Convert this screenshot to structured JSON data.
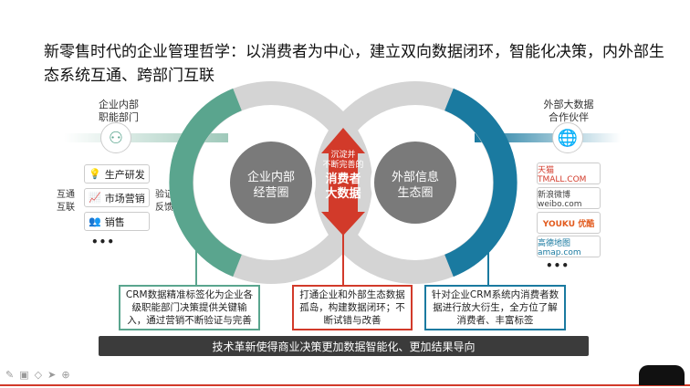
{
  "title": "新零售时代的企业管理哲学：以消费者为中心，建立双向数据闭环，智能化决策，内外部生态系统互通、跨部门互联",
  "left": {
    "header": "企业内部\n职能部门",
    "icon": "network-people-icon",
    "departments": [
      "生产研发",
      "市场营销",
      "销售"
    ],
    "more": "•••",
    "left_note": "互通\n互联",
    "right_note": "验证\n反馈"
  },
  "right": {
    "header": "外部大数据\n合作伙伴",
    "icon": "globe-hand-icon",
    "partners": [
      "天猫 TMALL.COM",
      "新浪微博 weibo.com",
      "YOUKU 优酷",
      "高德地图 amap.com"
    ],
    "more": "•••"
  },
  "center": {
    "left_circle": "企业内部\n经营圈",
    "right_circle": "外部信息\n生态圈",
    "core_small": "沉淀并\n不断完善的",
    "core_big": "消费者\n大数据"
  },
  "boxes": [
    {
      "text": "CRM数据精准标签化为企业各级职能部门决策提供关键输入，通过营销不断验证与完善",
      "color": "#5aa58e"
    },
    {
      "text": "打通企业和外部生态数据孤岛，构建数据闭环；不断试错与改善",
      "color": "#d23a2a"
    },
    {
      "text": "针对企业CRM系统内消费者数据进行放大衍生，全方位了解消费者、丰富标签",
      "color": "#1a7aa0"
    }
  ],
  "bottom_bar": "技术革新使得商业决策更加数据智能化、更加结果导向",
  "colors": {
    "green": "#5aa58e",
    "blue": "#1a7aa0",
    "red": "#d23a2a",
    "gray": "#7a7a7a"
  }
}
